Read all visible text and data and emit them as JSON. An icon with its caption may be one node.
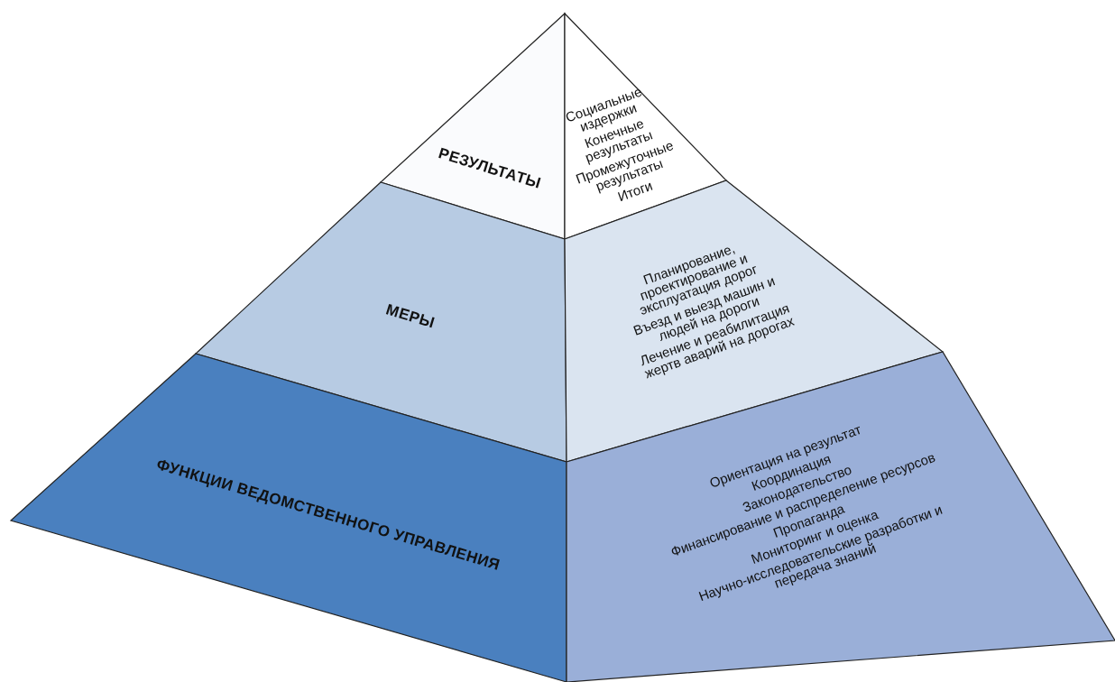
{
  "diagram": {
    "nodes": [
      {
        "text": [
          "РЕЗУЛЬТАТЫ"
        ]
      },
      {
        "text": [
          "Социальные издержки",
          "Конечные результаты",
          "Промежуточные результаты",
          "Итоги"
        ]
      },
      {
        "text": [
          "МЕРЫ"
        ]
      },
      {
        "text": [
          "Планирование, проектирование и эксплуатация дорог",
          "Въезд и выезд машин и людей на дороги",
          "Лечение и реабилитация жертв аварий на дорогах"
        ]
      },
      {
        "text": [
          "ФУНКЦИИ ВЕДОМСТВЕННОГО УПРАВЛЕНИЯ"
        ]
      },
      {
        "text": [
          "Ориентация на результат",
          "Координация",
          "Законодательство",
          "Финансирование и распределение ресурсов",
          "Пропаганда",
          "Мониторинг и оценка",
          "Научно-исследовательские разработки и передача знаний"
        ]
      }
    ]
  }
}
